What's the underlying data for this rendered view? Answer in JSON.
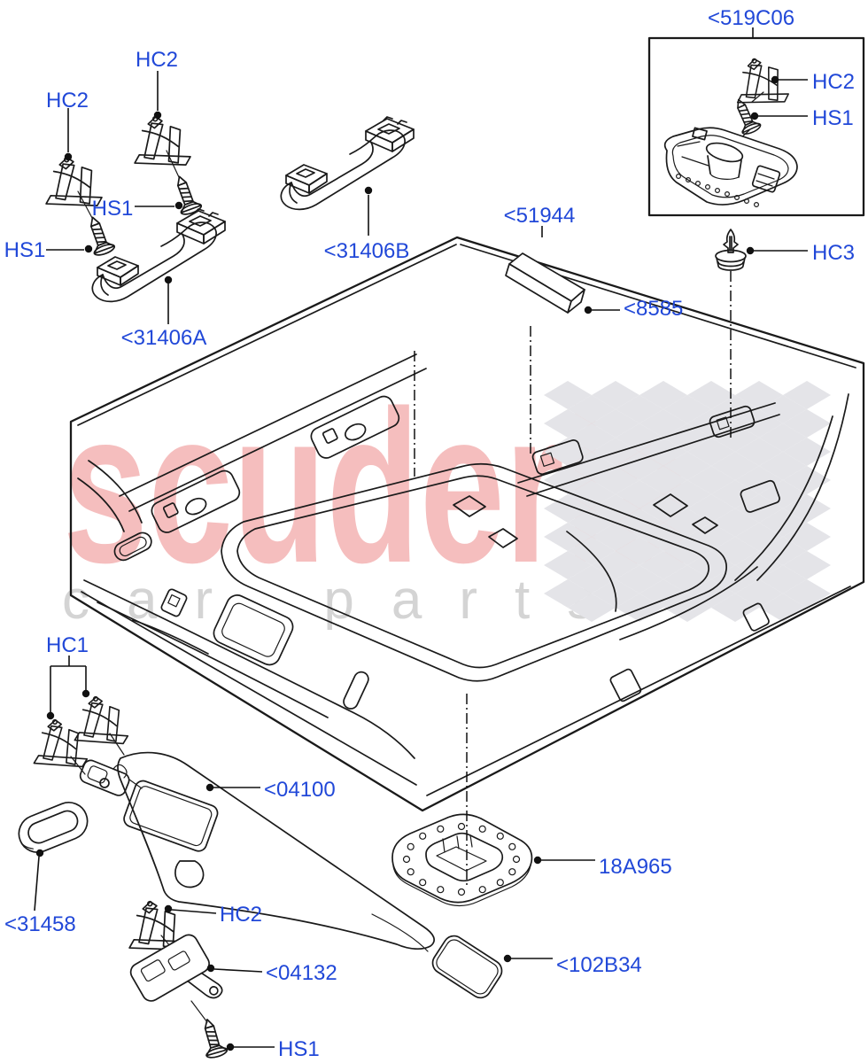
{
  "watermark": {
    "title": "scuderia",
    "subtitle": "car parts"
  },
  "theme": {
    "label_color": "#2148d8",
    "line_color": "#1a1a1a",
    "watermark_pink": "#f5bebe",
    "watermark_gray": "#d4d4d4",
    "checker_gray": "#e4e4e8"
  },
  "labels": [
    {
      "id": "hc2-front-left",
      "text": "HC2"
    },
    {
      "id": "hc2-front-right",
      "text": "HC2"
    },
    {
      "id": "hs1-front-right",
      "text": "HS1"
    },
    {
      "id": "hs1-front-left",
      "text": "HS1"
    },
    {
      "id": "31406A",
      "text": "<31406A"
    },
    {
      "id": "31406B",
      "text": "<31406B"
    },
    {
      "id": "519C06",
      "text": "<519C06"
    },
    {
      "id": "hc2-box",
      "text": "HC2"
    },
    {
      "id": "hs1-box",
      "text": "HS1"
    },
    {
      "id": "51944",
      "text": "<51944"
    },
    {
      "id": "hc3",
      "text": "HC3"
    },
    {
      "id": "8585",
      "text": "<8585"
    },
    {
      "id": "hc1",
      "text": "HC1"
    },
    {
      "id": "04100",
      "text": "<04100"
    },
    {
      "id": "31458",
      "text": "<31458"
    },
    {
      "id": "hc2-visor",
      "text": "HC2"
    },
    {
      "id": "04132",
      "text": "<04132"
    },
    {
      "id": "hs1-visor",
      "text": "HS1"
    },
    {
      "id": "18A965",
      "text": "18A965"
    },
    {
      "id": "102B34",
      "text": "<102B34"
    }
  ]
}
